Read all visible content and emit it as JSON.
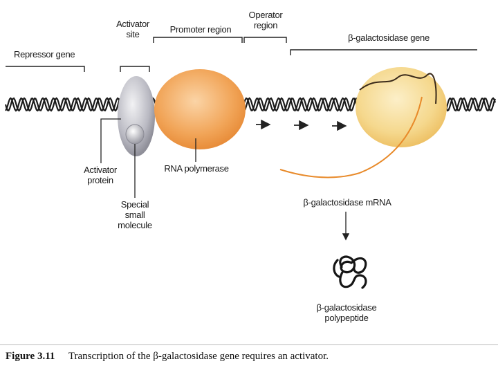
{
  "labels": {
    "repressor_gene": "Repressor gene",
    "activator_site_line1": "Activator",
    "activator_site_line2": "site",
    "promoter_region": "Promoter region",
    "operator_region_line1": "Operator",
    "operator_region_line2": "region",
    "gene": "β-galactosidase gene",
    "activator_protein_line1": "Activator",
    "activator_protein_line2": "protein",
    "rna_polymerase": "RNA polymerase",
    "special_line1": "Special",
    "special_line2": "small",
    "special_line3": "molecule",
    "mrna": "β-galactosidase mRNA",
    "polypeptide_line1": "β-galactosidase",
    "polypeptide_line2": "polypeptide"
  },
  "caption": {
    "number": "Figure 3.11",
    "text": "Transcription of the β-galactosidase gene requires an activator."
  },
  "colors": {
    "dna": "#1b1b1b",
    "polymerase": "#f0a050",
    "ribosome": "#f3d27a",
    "activator": "#b8b8c0",
    "mrna": "#e88a2a"
  }
}
